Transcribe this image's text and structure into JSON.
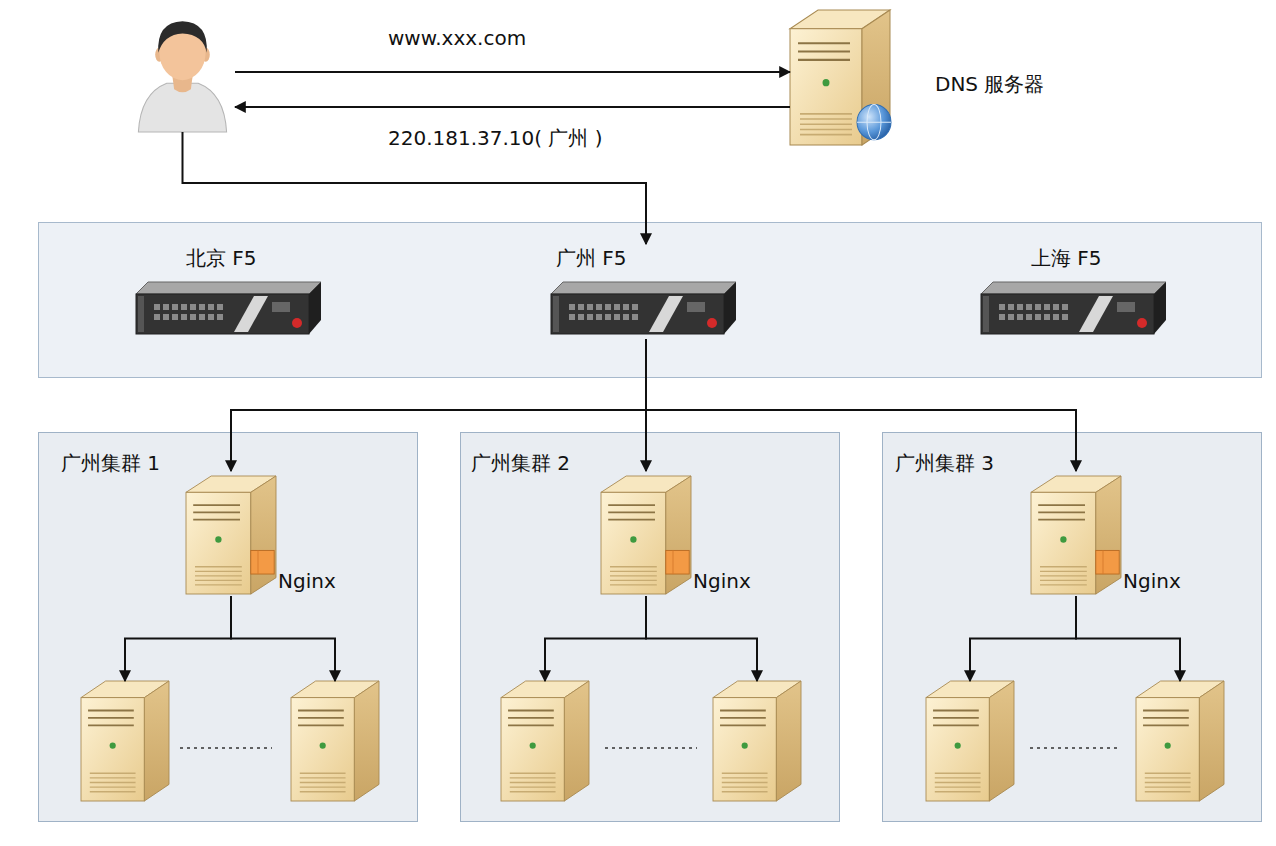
{
  "diagram": {
    "nodes": [
      {
        "text": []
      },
      {
        "text": [
          "DNS 服务器"
        ]
      },
      {
        "text": []
      },
      {
        "text": [
          "北京 F5"
        ],
        "in": 2
      },
      {
        "text": [
          "广州 F5"
        ],
        "in": 2
      },
      {
        "text": [
          "上海 F5"
        ],
        "in": 2
      },
      {
        "text": [
          "广州集群 1"
        ]
      },
      {
        "text": [
          "Nginx"
        ],
        "in": 6
      },
      {
        "text": [],
        "in": 6
      },
      {
        "text": [],
        "in": 6
      },
      {
        "text": [
          "广州集群 2"
        ]
      },
      {
        "text": [
          "Nginx"
        ],
        "in": 10
      },
      {
        "text": [],
        "in": 10
      },
      {
        "text": [],
        "in": 10
      },
      {
        "text": [
          "广州集群 3"
        ]
      },
      {
        "text": [
          "Nginx"
        ],
        "in": 14
      },
      {
        "text": [],
        "in": 14
      },
      {
        "text": [],
        "in": 14
      }
    ],
    "edges": [
      {
        "from": 0,
        "to": 1,
        "arrow": "to",
        "label": "www.xxx.com"
      },
      {
        "from": 1,
        "to": 0,
        "arrow": "to",
        "label": "220.181.37.10( 广州 )"
      },
      {
        "from": 0,
        "to": 4,
        "arrow": "to"
      },
      {
        "from": 4,
        "to": 7,
        "arrow": "to"
      },
      {
        "from": 4,
        "to": 11,
        "arrow": "to"
      },
      {
        "from": 4,
        "to": 15,
        "arrow": "to"
      },
      {
        "from": 7,
        "to": 8,
        "arrow": "to"
      },
      {
        "from": 7,
        "to": 9,
        "arrow": "to"
      },
      {
        "from": 11,
        "to": 12,
        "arrow": "to"
      },
      {
        "from": 11,
        "to": 13,
        "arrow": "to"
      },
      {
        "from": 15,
        "to": 16,
        "arrow": "to"
      },
      {
        "from": 15,
        "to": 17,
        "arrow": "to"
      }
    ]
  }
}
